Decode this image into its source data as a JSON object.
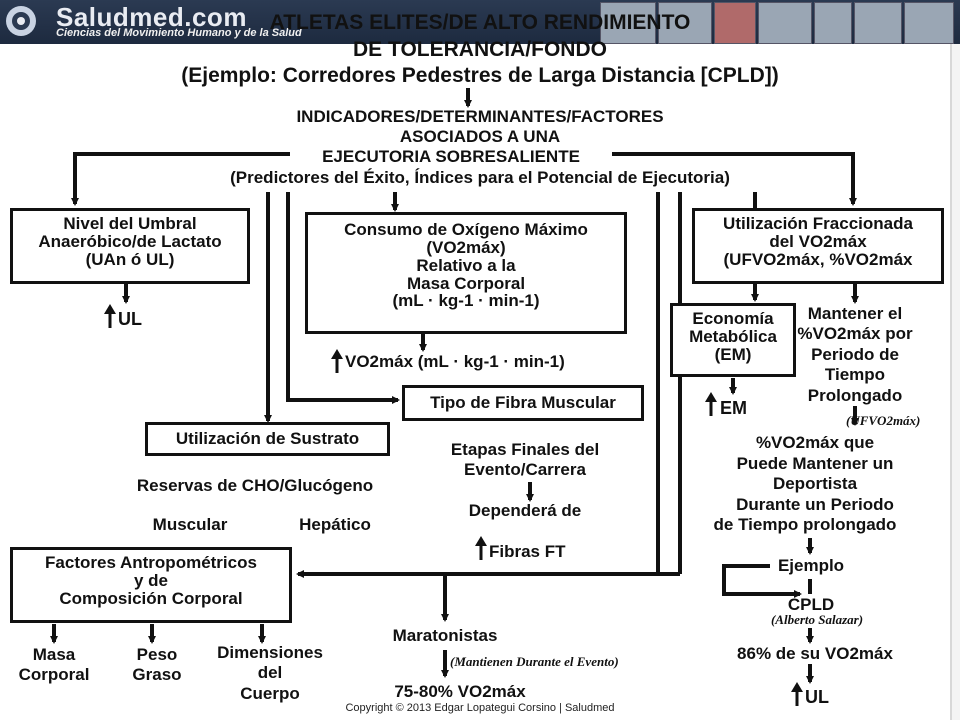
{
  "header": {
    "logo_text": "Saludmed.com",
    "logo_subtitle": "Ciencias del Movimiento Humano y de la Salud"
  },
  "title": {
    "line1": "ATLETAS ELITES/DE ALTO RENDIMIENTO",
    "line2": "DE TOLERANCIA/FONDO",
    "line3": "(Ejemplo: Corredores Pedestres de Larga Distancia [CPLD])"
  },
  "center": {
    "line1": "INDICADORES/DETERMINANTES/FACTORES",
    "line2": "ASOCIADOS A UNA",
    "line3": "EJECUTORIA SOBRESALIENTE",
    "line4": "(Predictores del Éxito, Índices para el Potencial de Ejecutoria)"
  },
  "umbral": {
    "line1": "Nivel del Umbral",
    "line2": "Anaeróbico/de Lactato",
    "line3": "(UAn ó UL)",
    "result": "UL"
  },
  "vo2max": {
    "line1": "Consumo de Oxígeno Máximo",
    "line2": "(VO2máx)",
    "line3": "Relativo a la",
    "line4": "Masa Corporal",
    "line5": "(mL · kg-1 · min-1)",
    "result": "VO2máx (mL · kg-1 · min-1)"
  },
  "fraccionada": {
    "line1": "Utilización Fraccionada",
    "line2": "del VO2máx",
    "line3": "(UFVO2máx, %VO2máx",
    "result_line1": "Mantener el",
    "result_line2": "%VO2máx por",
    "result_line3": "Periodo de",
    "result_line4": "Tiempo",
    "result_line5": "Prolongado",
    "abbr": "(UFVO2máx)",
    "def_line1": "%VO2máx que",
    "def_line2": "Puede Mantener un",
    "def_line3": "Deportista",
    "def_line4": "Durante un Periodo",
    "def_line5": "de Tiempo prolongado",
    "ejemplo": "Ejemplo",
    "cpld": "CPLD",
    "runner": "(Alberto Salazar)",
    "percent": "86% de su VO2máx",
    "result": "UL"
  },
  "economia": {
    "line1": "Economía",
    "line2": "Metabólica",
    "line3": "(EM)",
    "result": "EM"
  },
  "fibra": {
    "label": "Tipo de Fibra Muscular",
    "line1": "Etapas Finales del",
    "line2": "Evento/Carrera",
    "line3": "Dependerá de",
    "result": "Fibras FT"
  },
  "sustrato": {
    "label": "Utilización de Sustrato",
    "reservas": "Reservas de CHO/Glucógeno",
    "muscular": "Muscular",
    "hepatico": "Hepático"
  },
  "antropo": {
    "line1": "Factores Antropométricos",
    "line2": "y de",
    "line3": "Composición Corporal",
    "masa1": "Masa",
    "masa2": "Corporal",
    "peso1": "Peso",
    "peso2": "Graso",
    "dim1": "Dimensiones",
    "dim2": "del",
    "dim3": "Cuerpo"
  },
  "maratonistas": {
    "label": "Maratonistas",
    "note": "(Mantienen Durante el Evento)",
    "result": "75-80% VO2máx"
  },
  "copyright": "Copyright © 2013 Edgar Lopategui Corsino | Saludmed"
}
